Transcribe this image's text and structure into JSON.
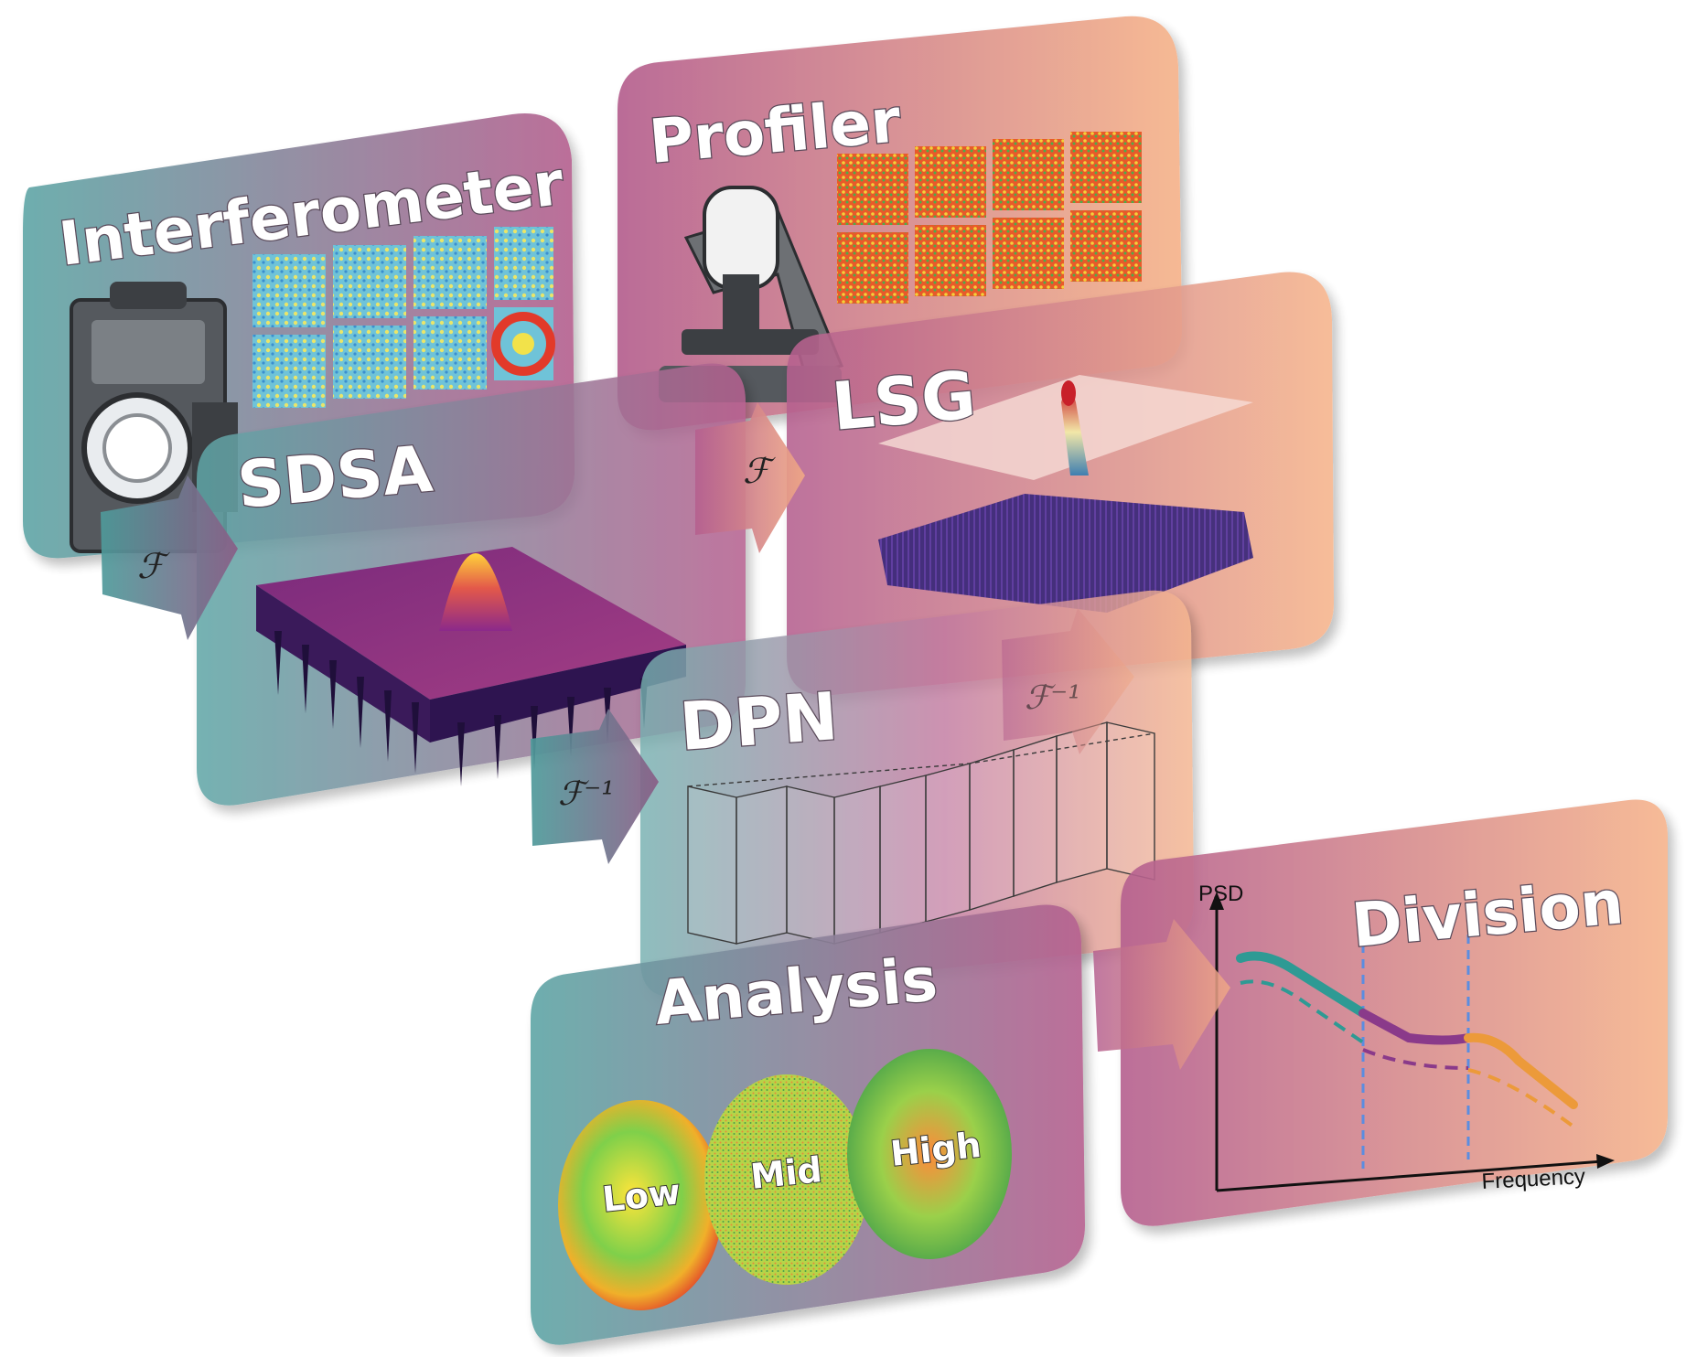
{
  "panels": {
    "interferometer": {
      "title": "Interferometer"
    },
    "profiler": {
      "title": "Profiler"
    },
    "lsg": {
      "title": "LSG"
    },
    "sdsa": {
      "title": "SDSA"
    },
    "dpn": {
      "title": "DPN"
    },
    "analysis": {
      "title": "Analysis",
      "bands": [
        "Low",
        "Mid",
        "High"
      ]
    },
    "division": {
      "title": "Division",
      "y_axis": "PSD",
      "x_axis": "Frequency"
    }
  },
  "arrows": {
    "interferometer_to_sdsa": "ℱ",
    "profiler_to_lsg": "ℱ",
    "lsg_to_dpn": "ℱ⁻¹",
    "sdsa_to_dpn": "ℱ⁻¹"
  },
  "colors": {
    "teal": "#5fa6a6",
    "magenta": "#b5608f",
    "peach": "#f6b48c",
    "psd_teal": "#2e9a94",
    "psd_purple": "#8a3a8a",
    "psd_orange": "#ec9a3a",
    "divider_blue": "#5b8de0"
  }
}
